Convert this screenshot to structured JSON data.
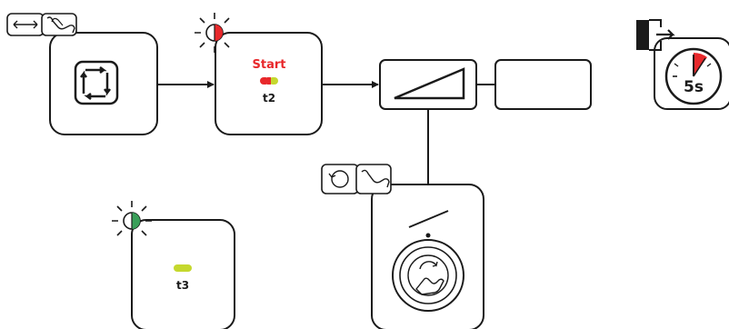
{
  "colors": {
    "line": "#1a1a1a",
    "accent_red": "#e8282b",
    "accent_lime": "#c5d82e",
    "accent_green": "#3aa05a",
    "background": "#ffffff"
  },
  "diagram": {
    "mode_button": {
      "icon": "cycle-arrows-icon",
      "press_icon": "double-arrow-hand-icon"
    },
    "start_panel": {
      "indicator_icon": "blinking-red-indicator-icon",
      "title": "Start",
      "led_colors": [
        "red",
        "lime"
      ],
      "parameter": "t2"
    },
    "upslope_block": {
      "icon": "ramp-up-icon"
    },
    "output_block": {
      "label": ""
    },
    "adjust_panel": {
      "press_icon": "rotate-hand-icon",
      "slope_icon": "slope-icon",
      "knob_icon": "click-wheel-icon"
    },
    "t3_panel": {
      "indicator_icon": "blinking-green-indicator-icon",
      "led_color": "lime",
      "parameter": "t3"
    },
    "exit_timer": {
      "exit_icon": "exit-door-icon",
      "timer_icon": "stopwatch-icon",
      "duration": "5s"
    }
  }
}
